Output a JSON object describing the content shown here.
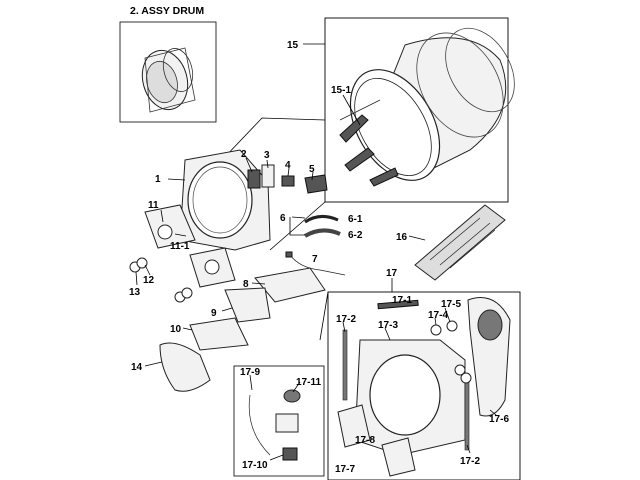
{
  "title": "2. ASSY DRUM",
  "callouts": {
    "p1": "1",
    "p2": "2",
    "p3": "3",
    "p4": "4",
    "p5": "5",
    "p6": "6",
    "p6_1": "6-1",
    "p6_2": "6-2",
    "p7": "7",
    "p8": "8",
    "p9": "9",
    "p10": "10",
    "p11": "11",
    "p11_1": "11-1",
    "p12": "12",
    "p13": "13",
    "p14": "14",
    "p15": "15",
    "p15_1": "15-1",
    "p16": "16",
    "p17": "17",
    "p17_1": "17-1",
    "p17_2a": "17-2",
    "p17_2b": "17-2",
    "p17_3": "17-3",
    "p17_4": "17-4",
    "p17_5": "17-5",
    "p17_6": "17-6",
    "p17_7": "17-7",
    "p17_8": "17-8",
    "p17_9": "17-9",
    "p17_10": "17-10",
    "p17_11": "17-11"
  }
}
